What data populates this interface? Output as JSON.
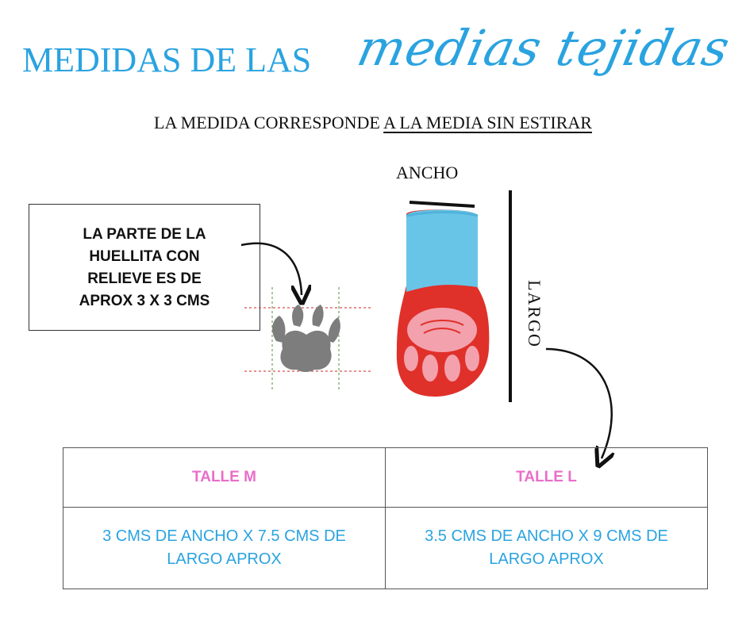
{
  "title": {
    "caps": "MEDIDAS DE LAS",
    "script": "medias tejidas"
  },
  "subtitle": {
    "part1": "LA MEDIDA CORRESPONDE ",
    "part2": "A LA MEDIA SIN ESTIRAR"
  },
  "note": "LA PARTE DE LA\nHUELLITA CON\nRELIEVE ES DE\nAPROX 3 X 3 CMS",
  "labels": {
    "ancho": "ANCHO",
    "largo": "LARGO"
  },
  "sizes": [
    {
      "name": "TALLE M",
      "desc": "3 CMS DE ANCHO X 7.5 CMS DE LARGO APROX"
    },
    {
      "name": "TALLE L",
      "desc": "3.5 CMS DE ANCHO X 9 CMS DE LARGO APROX"
    }
  ],
  "colors": {
    "accent_blue": "#2aa3e0",
    "accent_pink": "#e86ec8",
    "sock_cuff": "#69c5e8",
    "sock_body": "#e0302a",
    "paw_pad": "#f3a1ad",
    "paw_gray": "#7d7d7d"
  },
  "icons": [
    "paw-print-icon",
    "sock-illustration",
    "curved-arrow-icon"
  ]
}
